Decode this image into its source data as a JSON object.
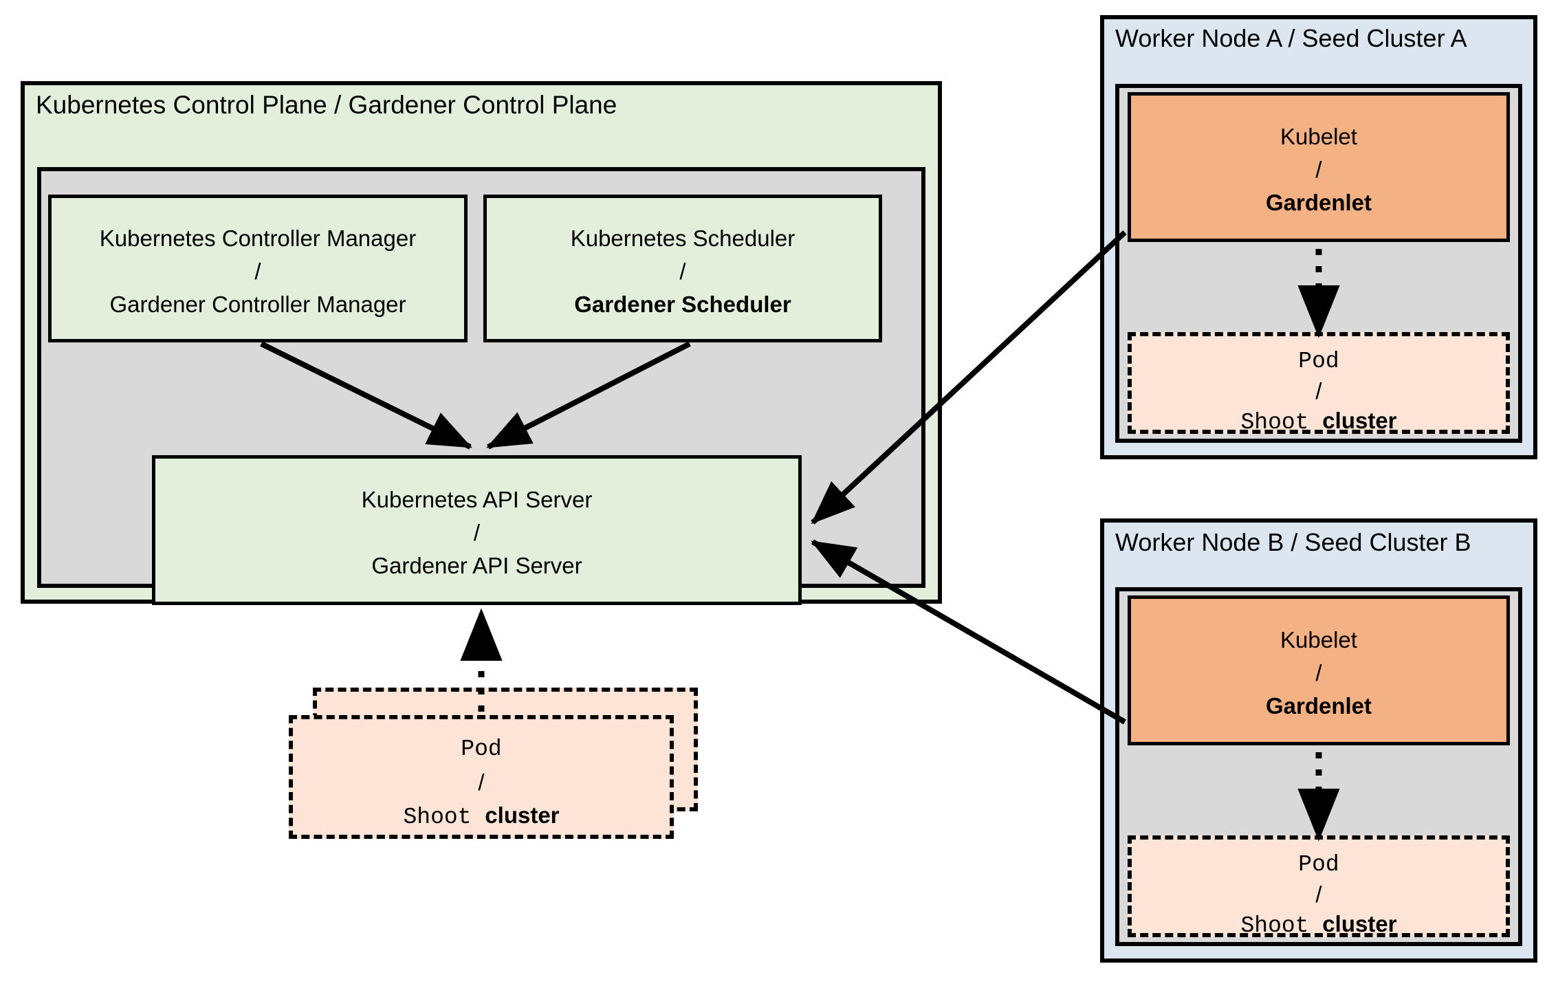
{
  "diagram": {
    "title_hidden": "Gardener architecture: control plane and seed clusters",
    "control_plane": {
      "header": "Kubernetes Control Plane / Gardener Control Plane",
      "controller_manager": {
        "line1": "Kubernetes Controller Manager",
        "separator": "/",
        "line2": "Gardener Controller Manager",
        "line2_bold": false
      },
      "scheduler": {
        "line1": "Kubernetes Scheduler",
        "separator": "/",
        "line2": "Gardener Scheduler",
        "line2_bold": true
      },
      "api_server": {
        "line1": "Kubernetes API Server",
        "separator": "/",
        "line2": "Gardener API Server",
        "line2_bold": false
      },
      "pod": {
        "line1": "Pod",
        "separator": "/",
        "line2_plain": "Shoot ",
        "line2_bold": "cluster",
        "stacked": true
      }
    },
    "worker_nodes": [
      {
        "header": "Worker Node A / Seed Cluster A",
        "agent": {
          "line1": "Kubelet",
          "separator": "/",
          "line2": "Gardenlet",
          "line2_bold": true
        },
        "pod": {
          "line1": "Pod",
          "separator": "/",
          "line2_plain": "Shoot ",
          "line2_bold": "cluster"
        }
      },
      {
        "header": "Worker Node B / Seed Cluster B",
        "agent": {
          "line1": "Kubelet",
          "separator": "/",
          "line2": "Gardenlet",
          "line2_bold": true
        },
        "pod": {
          "line1": "Pod",
          "separator": "/",
          "line2_plain": "Shoot ",
          "line2_bold": "cluster"
        }
      }
    ],
    "colors": {
      "control_plane_fill": "#e2efda",
      "inner_fill": "#d9d9d9",
      "worker_node_fill": "#dce6f1",
      "agent_fill": "#f4b183",
      "pod_fill": "#fce4d6",
      "stroke": "#000000"
    },
    "connections": [
      {
        "from": "controller-manager",
        "to": "api-server",
        "style": "solid-arrow"
      },
      {
        "from": "scheduler",
        "to": "api-server",
        "style": "solid-arrow"
      },
      {
        "from": "control-plane-pod",
        "to": "api-server",
        "style": "dotted-arrow"
      },
      {
        "from": "gardenlet-a",
        "to": "api-server",
        "style": "solid-arrow"
      },
      {
        "from": "gardenlet-b",
        "to": "api-server",
        "style": "solid-arrow"
      },
      {
        "from": "gardenlet-a",
        "to": "pod-a",
        "style": "dotted-arrow"
      },
      {
        "from": "gardenlet-b",
        "to": "pod-b",
        "style": "dotted-arrow"
      }
    ]
  }
}
